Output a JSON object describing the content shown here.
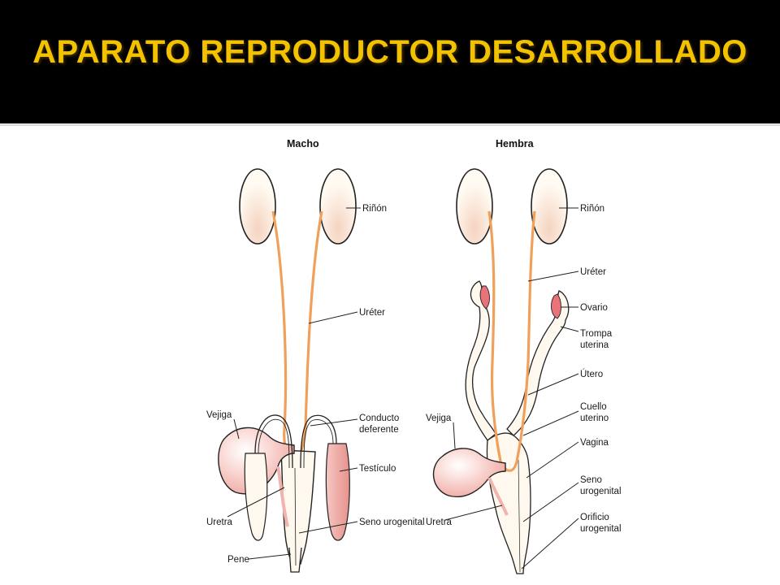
{
  "slide": {
    "title": "APARATO REPRODUCTOR DESARROLLADO",
    "accent_color": "#f2c100",
    "header_color": "#000000"
  },
  "diagram": {
    "male": {
      "heading": "Macho",
      "labels": {
        "kidney": "Riñón",
        "ureter": "Uréter",
        "bladder": "Vejiga",
        "vas_deferens_1": "Conducto",
        "vas_deferens_2": "deferente",
        "testis": "Testículo",
        "urethra": "Uretra",
        "urogenital_sinus": "Seno urogenital",
        "penis": "Pene"
      }
    },
    "female": {
      "heading": "Hembra",
      "labels": {
        "kidney": "Riñón",
        "ureter": "Uréter",
        "ovary": "Ovario",
        "oviduct_1": "Trompa",
        "oviduct_2": "uterina",
        "uterus": "Útero",
        "cervix_1": "Cuello",
        "cervix_2": "uterino",
        "vagina": "Vagina",
        "bladder": "Vejiga",
        "urogenital_sinus_1": "Seno",
        "urogenital_sinus_2": "urogenital",
        "urethra": "Uretra",
        "orifice_1": "Orificio",
        "orifice_2": "urogenital"
      }
    },
    "colors": {
      "organ_fill": "#fff8ee",
      "pink": "#f2b3ae",
      "ureter": "#f0a05a",
      "ovary": "#e8737a"
    }
  }
}
